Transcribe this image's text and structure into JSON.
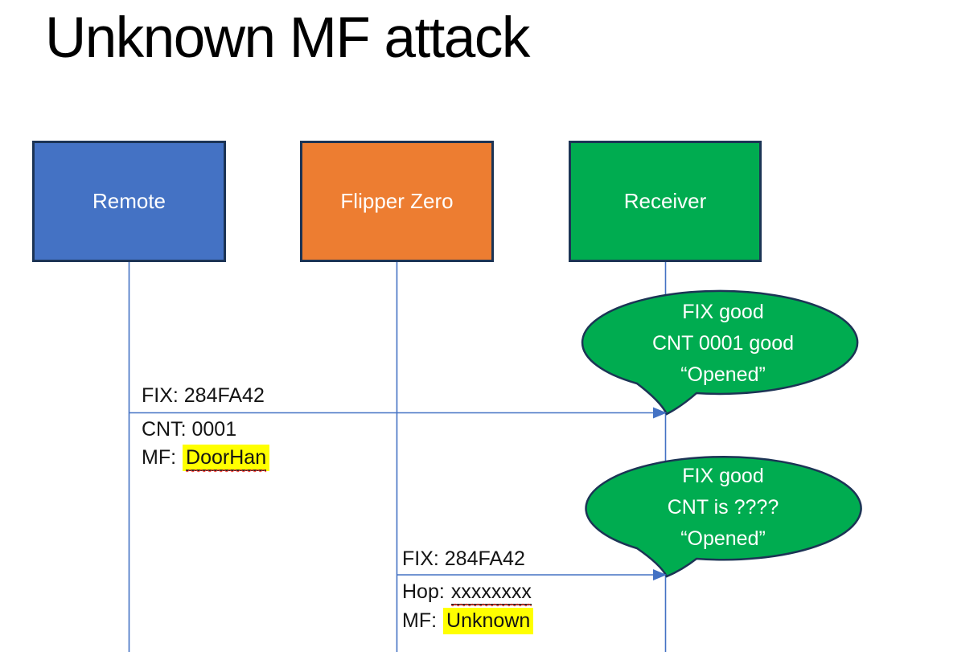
{
  "title": "Unknown MF attack",
  "actors": [
    {
      "id": "remote",
      "label": "Remote",
      "color": "#4472C4"
    },
    {
      "id": "flipper-zero",
      "label": "Flipper Zero",
      "color": "#ED7D31"
    },
    {
      "id": "receiver",
      "label": "Receiver",
      "color": "#00AC50"
    }
  ],
  "messages": [
    {
      "from": "Remote",
      "to": "Receiver",
      "fix": "FIX: 284FA42",
      "cnt": "CNT: 0001",
      "mf_prefix": "MF:",
      "mf_value": "DoorHan"
    },
    {
      "from": "Flipper Zero",
      "to": "Receiver",
      "fix": "FIX: 284FA42",
      "hop_prefix": "Hop:",
      "hop_value": "xxxxxxxx",
      "mf_prefix": "MF:",
      "mf_value": "Unknown"
    }
  ],
  "callouts": [
    {
      "lines": [
        "FIX good",
        "CNT 0001 good",
        "“Opened”"
      ]
    },
    {
      "lines": [
        "FIX good",
        "CNT is ????",
        "“Opened”"
      ]
    }
  ],
  "colors": {
    "actor_blue": "#4472C4",
    "actor_orange": "#ED7D31",
    "actor_green": "#00AC50",
    "border_navy": "#1C3455",
    "line_blue": "#4472C4",
    "highlight_yellow": "#FFFF00",
    "spell_red": "#FF3B2F"
  }
}
